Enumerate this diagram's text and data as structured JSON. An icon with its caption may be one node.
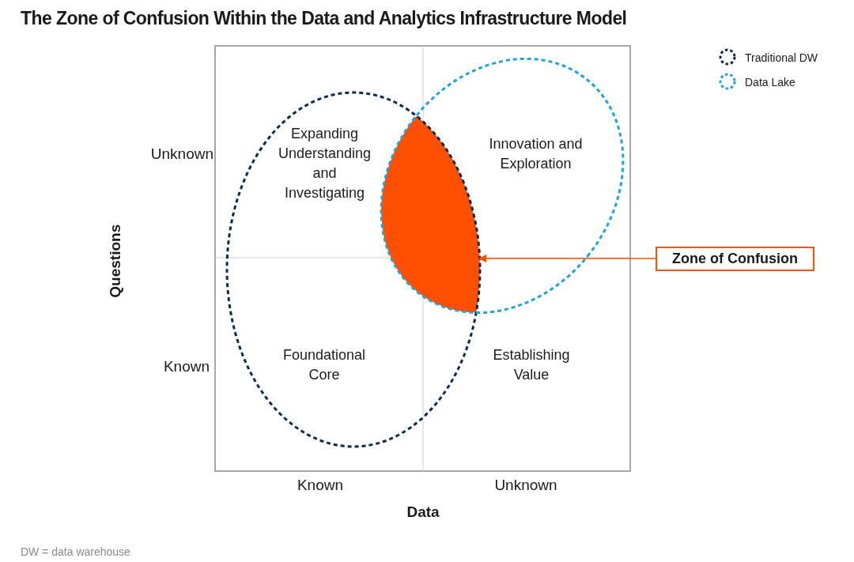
{
  "diagram": {
    "title": "The Zone of Confusion Within the Data and Analytics Infrastructure Model",
    "caption": "DW = data warehouse",
    "nodes": [
      {
        "text": [
          "Zone of Confusion"
        ]
      },
      {
        "text": [],
        "shape": "lens"
      }
    ],
    "edges": [
      {
        "from": 0,
        "to": 1,
        "arrow": "to",
        "color": "#fe5000"
      }
    ],
    "labels": [
      "Unknown",
      "Expanding Understanding and Investigating",
      "Innovation and Exploration",
      "Questions",
      "Known",
      "Foundational Core",
      "Establishing Value",
      "Known",
      "Unknown",
      "Data"
    ],
    "legend": [
      {
        "text": "Traditional DW"
      },
      {
        "text": "Data Lake"
      }
    ]
  }
}
